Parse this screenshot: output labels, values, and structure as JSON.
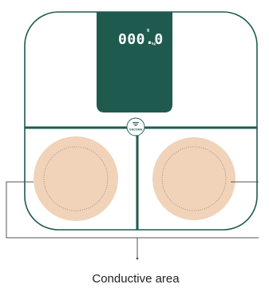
{
  "display": {
    "reading": "000.0",
    "unit_top": "g",
    "unit_bottom": "kg"
  },
  "brand": {
    "logo_mark": "ⓒ",
    "name": "GACOMA"
  },
  "caption": "Conductive area",
  "colors": {
    "body_outline": "#1f5a4f",
    "display_panel": "#1f5a4f",
    "display_text": "#ffffff",
    "divider": "#1f5a4f",
    "electrode_fill": "#f0d3b9",
    "electrode_dots": "#8a7668",
    "leader_line": "#555555",
    "caption_text": "#222222"
  },
  "icons": {
    "logo": "scale-brand-logo-icon"
  }
}
